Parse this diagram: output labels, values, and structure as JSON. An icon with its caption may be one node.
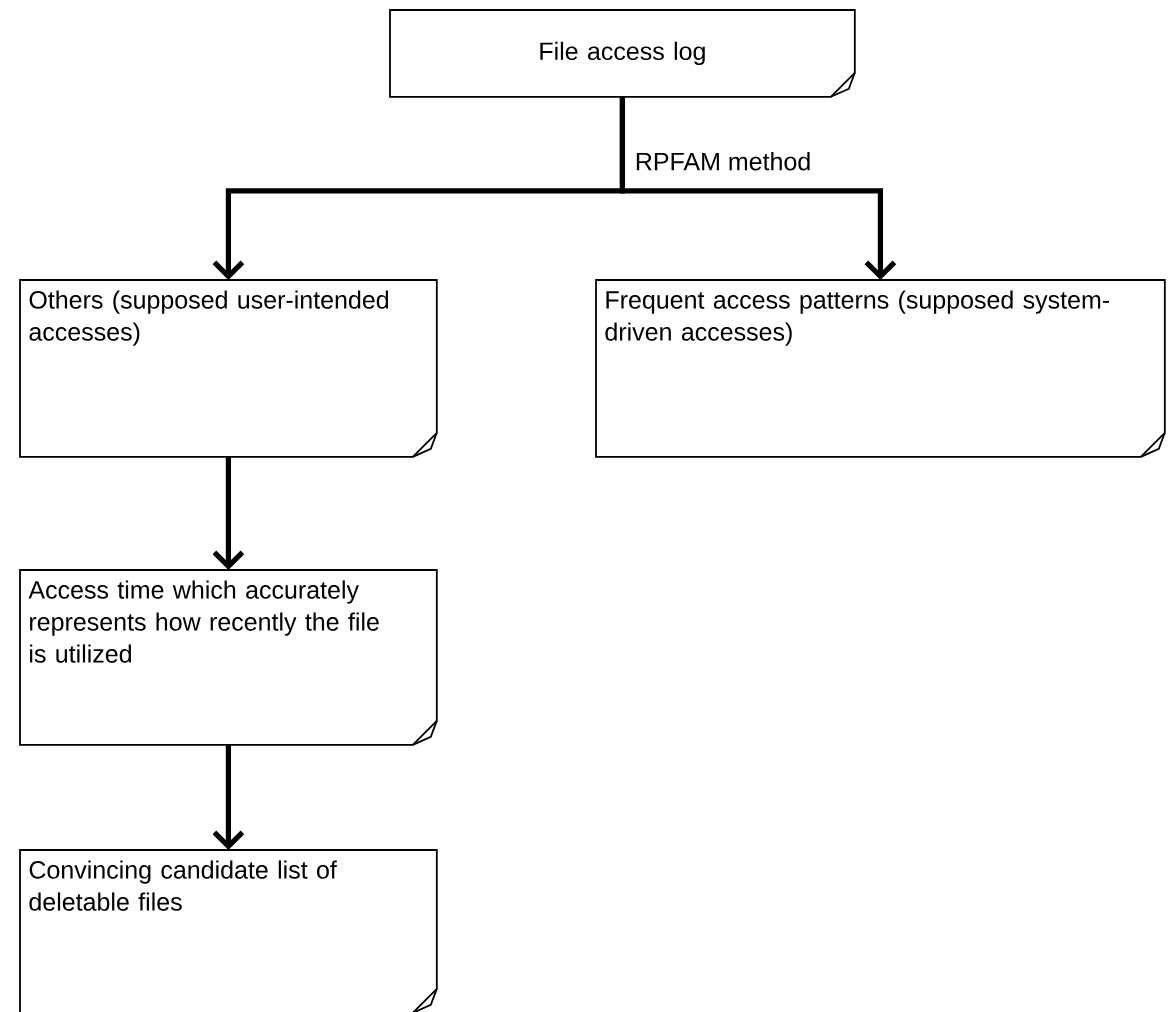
{
  "diagram": {
    "nodes": [
      {
        "text": [
          "File access log"
        ]
      },
      {
        "text": [
          "Others (supposed user-intended accesses)"
        ]
      },
      {
        "text": [
          "Frequent access patterns (supposed system-driven accesses)"
        ]
      },
      {
        "text": [
          "Access time which accurately represents how recently the file is utilized"
        ]
      },
      {
        "text": [
          "Convincing candidate list of deletable files"
        ]
      }
    ],
    "edges": [
      {
        "from": 0,
        "to": 1,
        "arrow": "to",
        "label": "RPFAM method"
      },
      {
        "from": 0,
        "to": 2,
        "arrow": "to"
      },
      {
        "from": 1,
        "to": 3,
        "arrow": "to"
      },
      {
        "from": 3,
        "to": 4,
        "arrow": "to"
      }
    ]
  }
}
